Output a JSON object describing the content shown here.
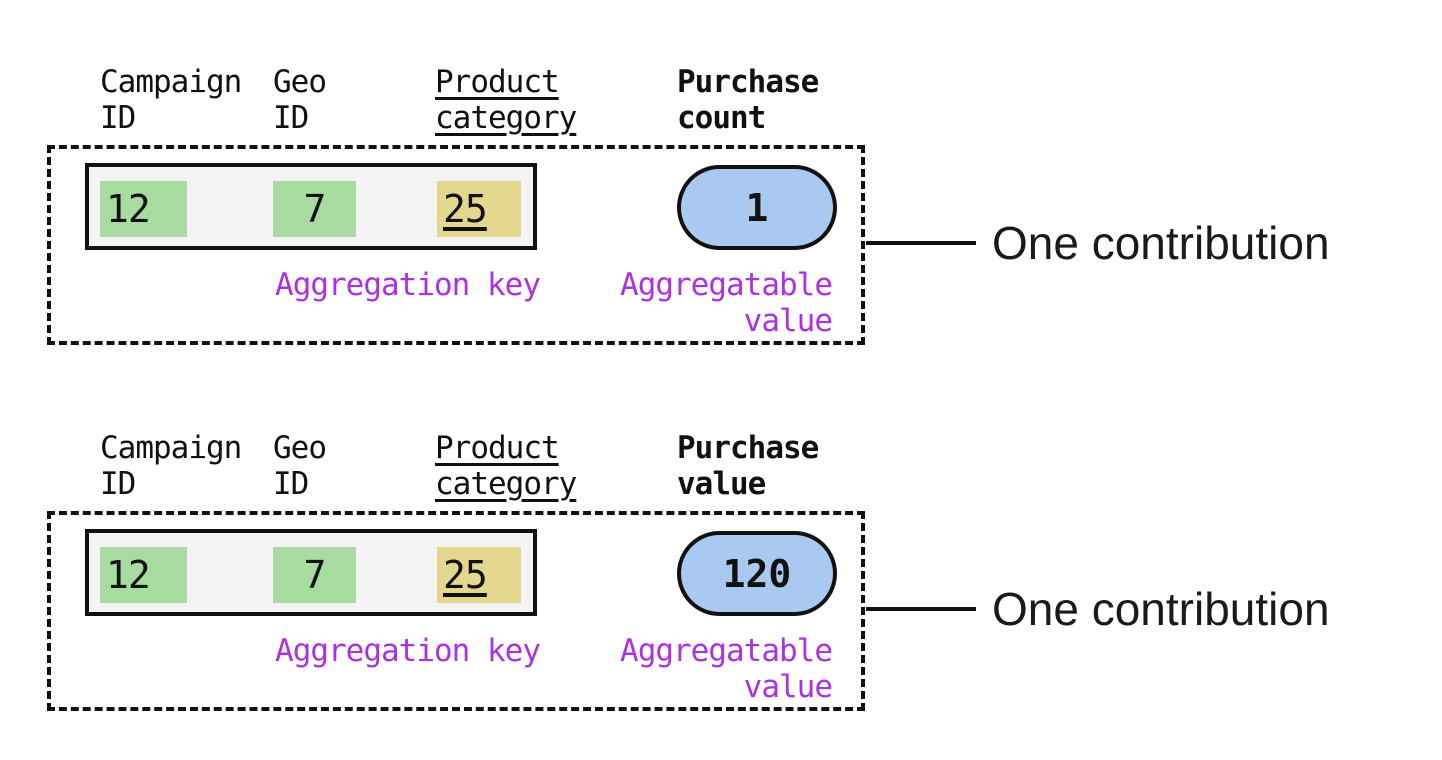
{
  "colors": {
    "highlight_green": "#a8dba0",
    "highlight_yellow": "#e3d88e",
    "pill_blue": "#aac9f1",
    "label_purple": "#ab32e2",
    "ink": "#111111"
  },
  "sections": [
    {
      "name": "purchase-count-contribution",
      "column_headers": {
        "campaign": "Campaign\nID",
        "geo": "Geo\nID",
        "product": "Product\ncategory"
      },
      "metric_header": "Purchase\ncount",
      "record": {
        "campaign_id": "12",
        "geo_id": "7",
        "product_category": "25"
      },
      "aggregatable_value": "1",
      "aggregation_key_label": "Aggregation key",
      "aggregatable_value_label": "Aggregatable\nvalue",
      "callout": "One contribution"
    },
    {
      "name": "purchase-value-contribution",
      "column_headers": {
        "campaign": "Campaign\nID",
        "geo": "Geo\nID",
        "product": "Product\ncategory"
      },
      "metric_header": "Purchase\nvalue",
      "record": {
        "campaign_id": "12",
        "geo_id": "7",
        "product_category": "25"
      },
      "aggregatable_value": "120",
      "aggregation_key_label": "Aggregation key",
      "aggregatable_value_label": "Aggregatable\nvalue",
      "callout": "One contribution"
    }
  ]
}
